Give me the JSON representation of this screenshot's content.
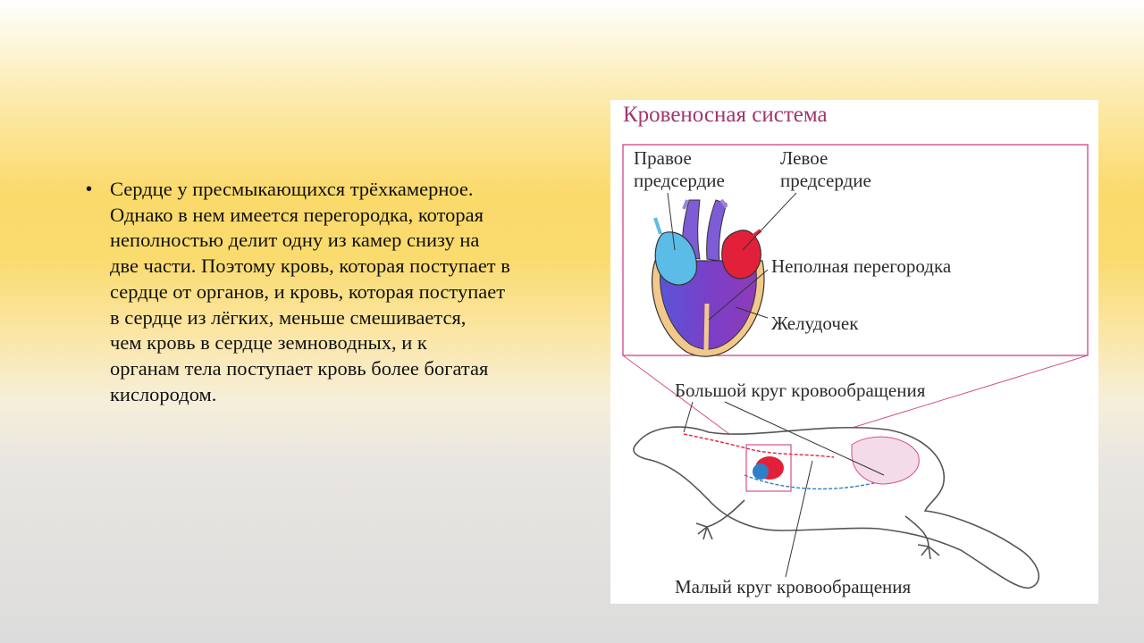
{
  "bullet": {
    "lines": [
      "Сердце  у  пресмыкающихся трёхкамерное.",
      "Однако в нем имеется  перегородка,  которая",
      "неполностью делит одну из камер снизу на",
      "две части. Поэтому кровь, которая поступает в",
      "сердце от органов, и кровь, которая  поступает",
      "в сердце  из лёгких, меньше   смешивается,",
      "чем кровь в сердце  земноводных,  и  к",
      "органам  тела поступает кровь более богатая",
      "кислородом."
    ]
  },
  "diagram": {
    "title": "Кровеносная система",
    "labels": {
      "right_atrium_1": "Правое",
      "right_atrium_2": "предсердие",
      "left_atrium_1": "Левое",
      "left_atrium_2": "предсердие",
      "septum": "Неполная перегородка",
      "ventricle": "Желудочек",
      "systemic": "Большой круг кровообращения",
      "pulmonary": "Малый круг кровообращения"
    },
    "colors": {
      "title": "#a0376f",
      "frame": "#d4508e",
      "oxygenated": "#e3203a",
      "deoxygenated": "#2f7ec6",
      "ventricle": "#6f44c9",
      "right_atrium": "#5bbce8"
    }
  }
}
